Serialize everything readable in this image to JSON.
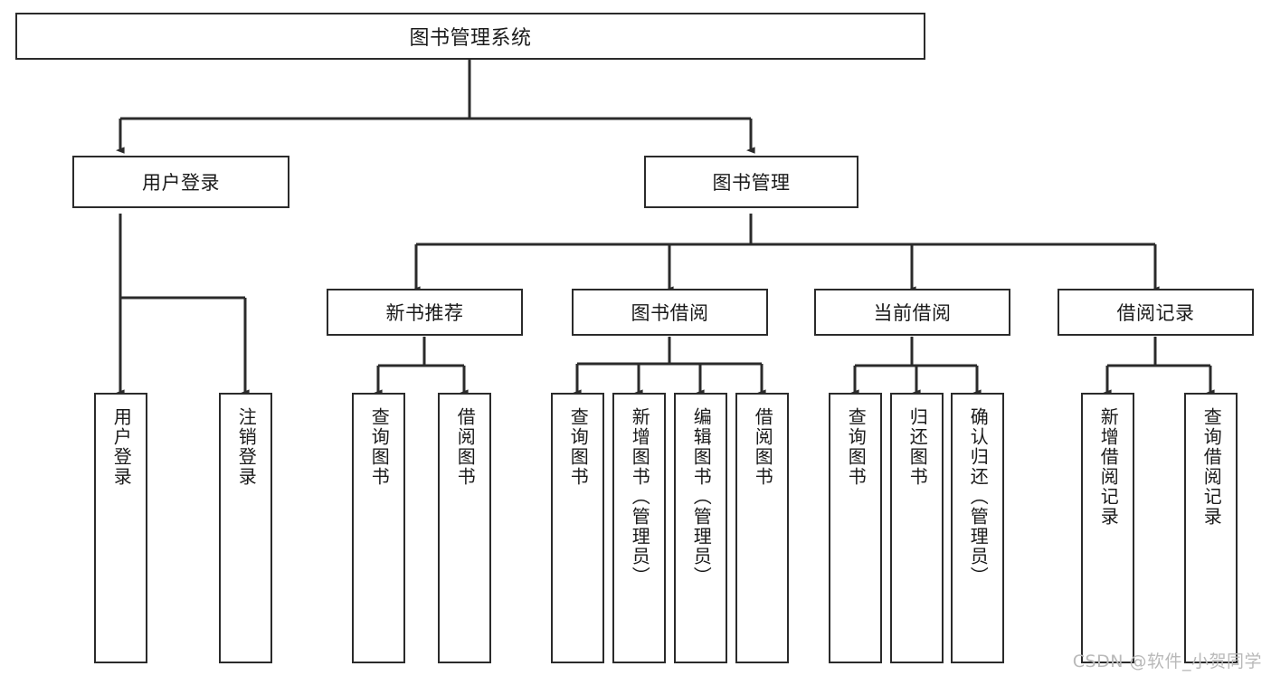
{
  "diagram": {
    "title": "图书管理系统",
    "type": "tree-hierarchy-chart",
    "colors": {
      "box_border": "#2b2b2b",
      "box_fill": "#ffffff",
      "connector": "#2b2b2b",
      "background": "#ffffff",
      "watermark": "#b9b9b9"
    },
    "root": {
      "label": "图书管理系统"
    },
    "level2": [
      {
        "label": "用户登录"
      },
      {
        "label": "图书管理"
      }
    ],
    "level3": [
      {
        "label": "新书推荐"
      },
      {
        "label": "图书借阅"
      },
      {
        "label": "当前借阅"
      },
      {
        "label": "借阅记录"
      }
    ],
    "leaves": {
      "user_login": [
        {
          "label": "用户登录"
        },
        {
          "label": "注销登录"
        }
      ],
      "new_book_recommend": [
        {
          "label": "查询图书"
        },
        {
          "label": "借阅图书"
        }
      ],
      "book_borrow": [
        {
          "label": "查询图书"
        },
        {
          "label": "新增图书（管理员）"
        },
        {
          "label": "编辑图书（管理员）"
        },
        {
          "label": "借阅图书"
        }
      ],
      "current_borrow": [
        {
          "label": "查询图书"
        },
        {
          "label": "归还图书"
        },
        {
          "label": "确认归还（管理员）"
        }
      ],
      "borrow_record": [
        {
          "label": "新增借阅记录"
        },
        {
          "label": "查询借阅记录"
        }
      ]
    },
    "watermark": "CSDN @软件_小贺同学"
  }
}
